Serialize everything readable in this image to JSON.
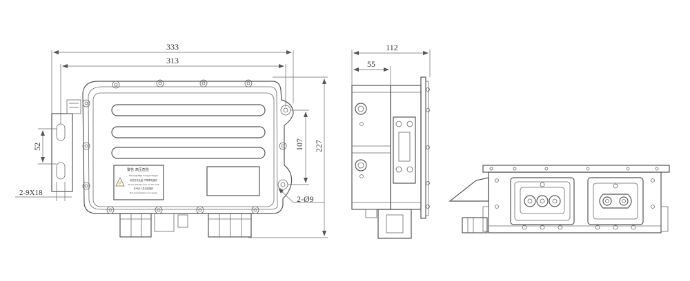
{
  "dimensions": {
    "front_width_outer": "333",
    "front_width_inner": "313",
    "front_height": "227",
    "front_bolt_spacing": "107",
    "mount_slot_spacing": "52",
    "mount_slot_label": "2-9X18",
    "hole_label": "2-Ø9",
    "side_depth": "112",
    "side_half_depth": "55"
  },
  "warning_label": {
    "title": "警告·高压危险",
    "line1": "Warning!High Voltage Danger!",
    "line2": "请勿打开此盖/ 严禁带电操作",
    "line3": "Do not open this cover / no live work",
    "line4": "非专业人员请勿操作",
    "line5": "Non professionals do not operate"
  }
}
